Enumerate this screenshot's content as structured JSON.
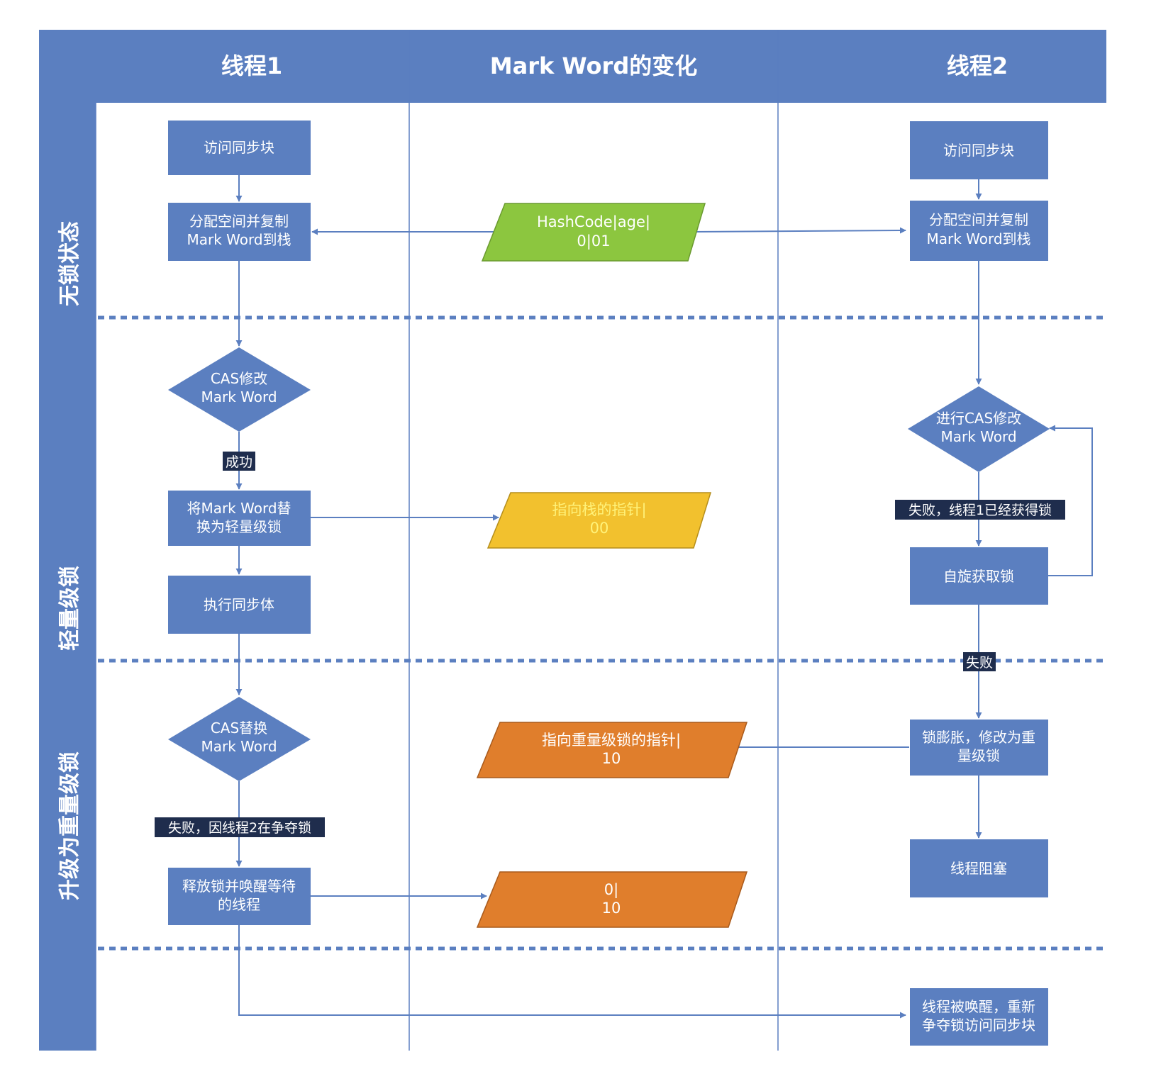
{
  "headers": {
    "thread1": "线程1",
    "markword": "Mark Word的变化",
    "thread2": "线程2"
  },
  "lanes": {
    "unlocked": "无锁状态",
    "lightweight": "轻量级锁",
    "heavyweight": "升级为重量级锁"
  },
  "thread1": {
    "access_sync": "访问同步块",
    "alloc_copy": [
      "分配空间并复制",
      "Mark Word到栈"
    ],
    "cas_modify": [
      "CAS修改",
      "Mark Word"
    ],
    "success_label": "成功",
    "replace_light": [
      "将Mark Word替",
      "换为轻量级锁"
    ],
    "exec_sync": "执行同步体",
    "cas_replace": [
      "CAS替换",
      "Mark Word"
    ],
    "fail_label": "失败，因线程2在争夺锁",
    "release_wake": [
      "释放锁并唤醒等待",
      "的线程"
    ]
  },
  "markword": {
    "hashcode": [
      "HashCode|age|",
      "0|01"
    ],
    "stack_ptr": [
      "指向栈的指针|",
      "00"
    ],
    "heavy_ptr": [
      "指向重量级锁的指针|",
      "10"
    ],
    "released": [
      "0|",
      "10"
    ]
  },
  "thread2": {
    "access_sync": "访问同步块",
    "alloc_copy": [
      "分配空间并复制",
      "Mark Word到栈"
    ],
    "cas_modify": [
      "进行CAS修改",
      "Mark Word"
    ],
    "fail_t1_label": "失败，线程1已经获得锁",
    "spin": "自旋获取锁",
    "fail_label": "失败",
    "inflate": [
      "锁膨胀，修改为重",
      "量级锁"
    ],
    "blocked": "线程阻塞",
    "woken": [
      "线程被唤醒，重新",
      "争夺锁访问同步块"
    ]
  },
  "colors": {
    "frame": "#5b7fc0",
    "box": "#5b7fc0",
    "hashcode_fill": "#8cc63f",
    "stack_ptr_fill": "#f2c12e",
    "heavy_fill": "#e07e2c",
    "label_bg": "#1f2d4d",
    "stack_ptr_text": "#fff27a"
  }
}
